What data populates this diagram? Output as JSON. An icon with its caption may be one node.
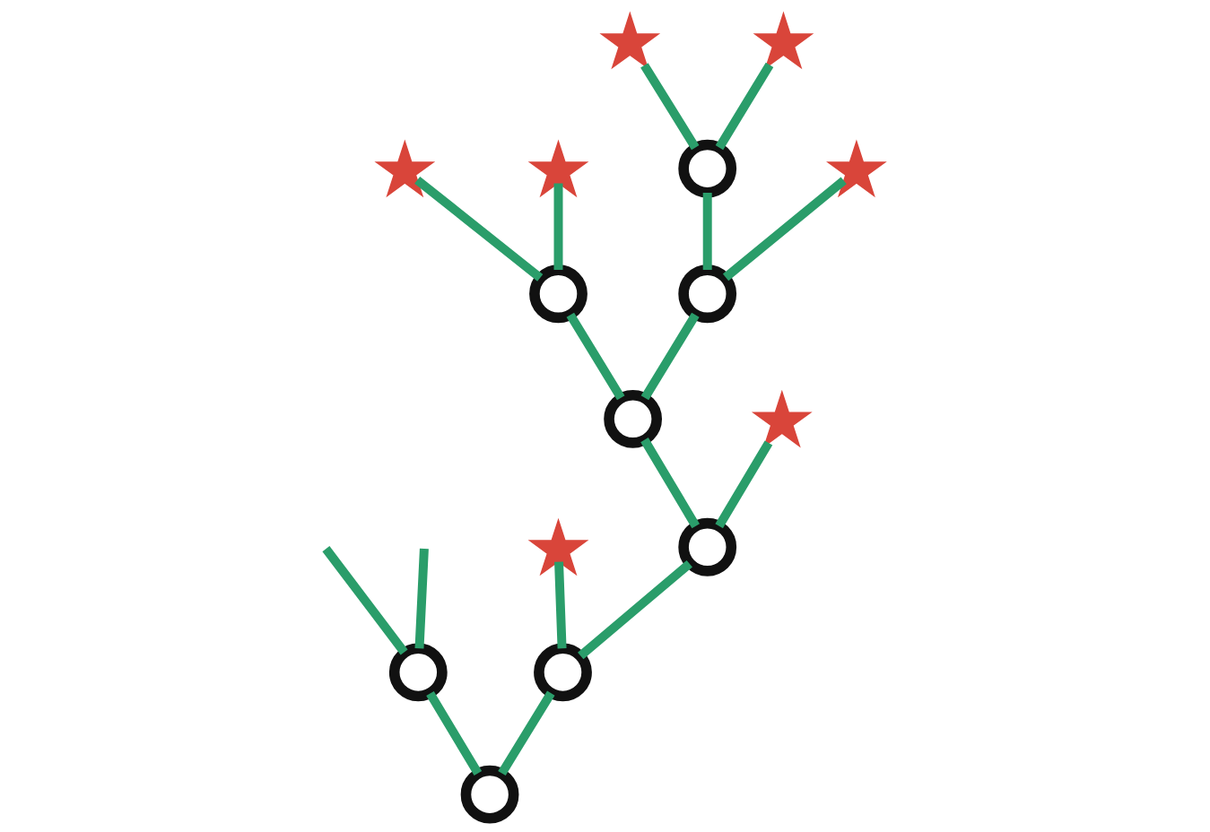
{
  "diagram": {
    "nodes": [
      {
        "text": [],
        "shape": "cross"
      },
      {
        "text": [],
        "shape": "cross"
      },
      {
        "text": [],
        "shape": "circle"
      },
      {
        "text": [],
        "shape": "cross"
      },
      {
        "text": [],
        "shape": "cross"
      },
      {
        "text": [],
        "shape": "cross"
      },
      {
        "text": [],
        "shape": "circle"
      },
      {
        "text": [],
        "shape": "circle"
      },
      {
        "text": [],
        "shape": "circle"
      },
      {
        "text": [],
        "shape": "cross"
      },
      {
        "text": [],
        "shape": "cross"
      },
      {
        "text": [],
        "shape": "circle"
      },
      {
        "text": [],
        "shape": "circle"
      },
      {
        "text": [],
        "shape": "circle"
      },
      {
        "text": [],
        "shape": "circle"
      }
    ],
    "edges": [
      {
        "from": 14,
        "to": 13,
        "arrow": "none"
      },
      {
        "from": 14,
        "to": 12,
        "arrow": "none"
      },
      {
        "from": 12,
        "to": null,
        "arrow": "none"
      },
      {
        "from": 12,
        "to": null,
        "arrow": "none"
      },
      {
        "from": 13,
        "to": 10,
        "arrow": "none"
      },
      {
        "from": 13,
        "to": 11,
        "arrow": "none"
      },
      {
        "from": 11,
        "to": 8,
        "arrow": "none"
      },
      {
        "from": 11,
        "to": 9,
        "arrow": "none"
      },
      {
        "from": 8,
        "to": 6,
        "arrow": "none"
      },
      {
        "from": 8,
        "to": 7,
        "arrow": "none"
      },
      {
        "from": 6,
        "to": 3,
        "arrow": "none"
      },
      {
        "from": 6,
        "to": 4,
        "arrow": "none"
      },
      {
        "from": 7,
        "to": 2,
        "arrow": "none"
      },
      {
        "from": 7,
        "to": 5,
        "arrow": "none"
      },
      {
        "from": 2,
        "to": 0,
        "arrow": "none"
      },
      {
        "from": 2,
        "to": 1,
        "arrow": "none"
      }
    ]
  }
}
